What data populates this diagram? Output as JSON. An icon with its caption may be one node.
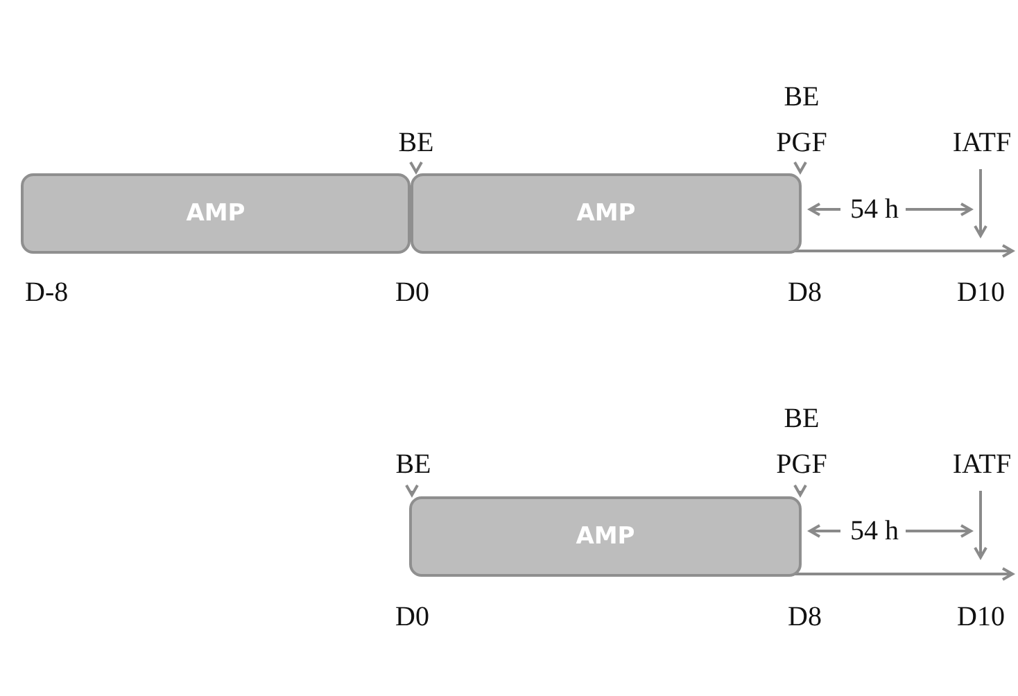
{
  "diagram": {
    "nodes": [
      {
        "text": [
          "AMP"
        ]
      },
      {
        "text": [
          "AMP"
        ]
      },
      {
        "text": [
          "BE"
        ]
      },
      {
        "text": [
          "BE",
          "PGF"
        ]
      },
      {
        "text": [
          "IATF"
        ]
      },
      {
        "text": [
          "AMP"
        ]
      },
      {
        "text": [
          "BE"
        ]
      },
      {
        "text": [
          "BE",
          "PGF"
        ]
      },
      {
        "text": [
          "IATF"
        ]
      }
    ],
    "edges": [
      {
        "from": 2,
        "to": 1,
        "arrow": "to"
      },
      {
        "from": 3,
        "to": 1,
        "arrow": "to"
      },
      {
        "from": 4,
        "to": null,
        "arrow": "to"
      },
      {
        "from": 6,
        "to": 5,
        "arrow": "to"
      },
      {
        "from": 7,
        "to": 5,
        "arrow": "to"
      },
      {
        "from": 8,
        "to": null,
        "arrow": "to"
      }
    ],
    "labels": [
      "54 h",
      "D-8",
      "D0",
      "D8",
      "D10",
      "54 h",
      "D0",
      "D8",
      "D10"
    ]
  }
}
